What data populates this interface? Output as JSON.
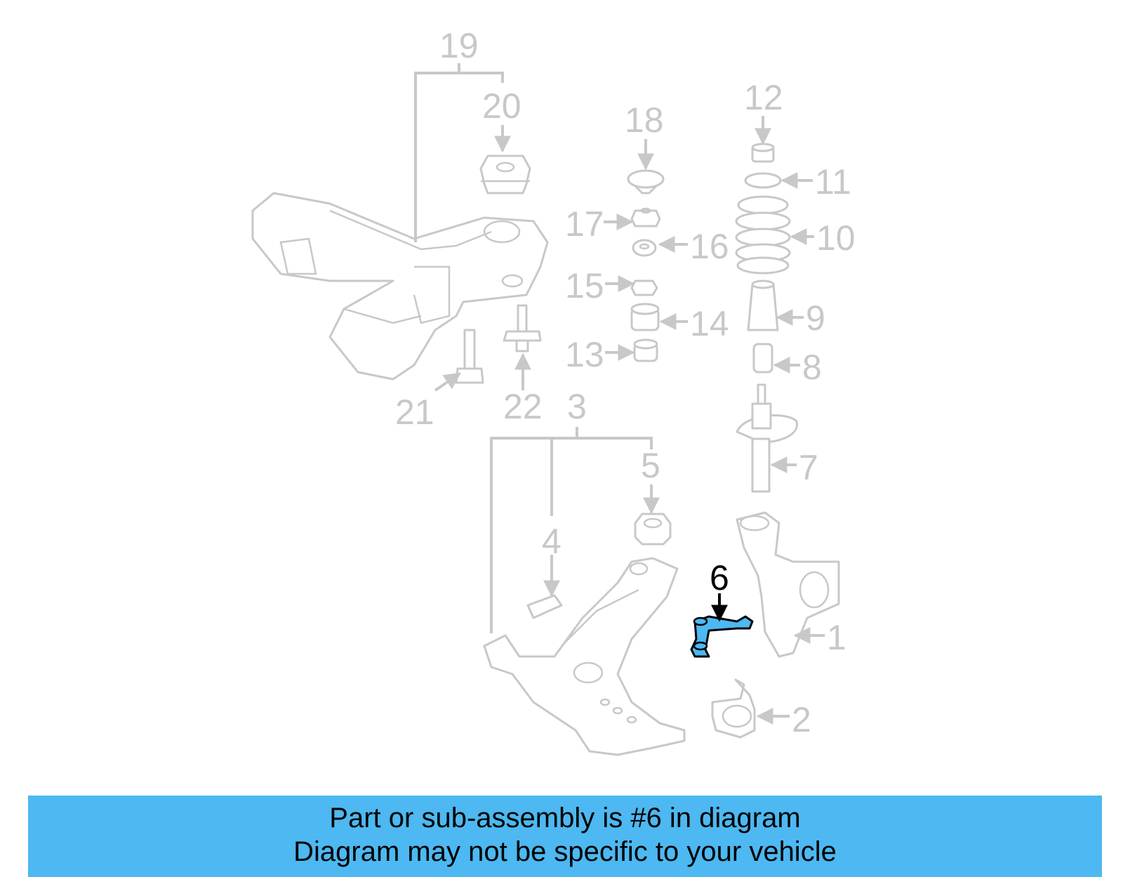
{
  "colors": {
    "background": "#ffffff",
    "parts": "#c8c8c8",
    "highlight_part": "#4db8f1",
    "highlight_label": "#000000",
    "banner": "#4db8f1"
  },
  "highlighted_part": "6",
  "labels": {
    "l1": "1",
    "l2": "2",
    "l3": "3",
    "l4": "4",
    "l5": "5",
    "l6": "6",
    "l7": "7",
    "l8": "8",
    "l9": "9",
    "l10": "10",
    "l11": "11",
    "l12": "12",
    "l13": "13",
    "l14": "14",
    "l15": "15",
    "l16": "16",
    "l17": "17",
    "l18": "18",
    "l19": "19",
    "l20": "20",
    "l21": "21",
    "l22": "22"
  },
  "banner": {
    "line1": "Part or sub-assembly is #6 in diagram",
    "line2": "Diagram may not be specific to your vehicle"
  }
}
